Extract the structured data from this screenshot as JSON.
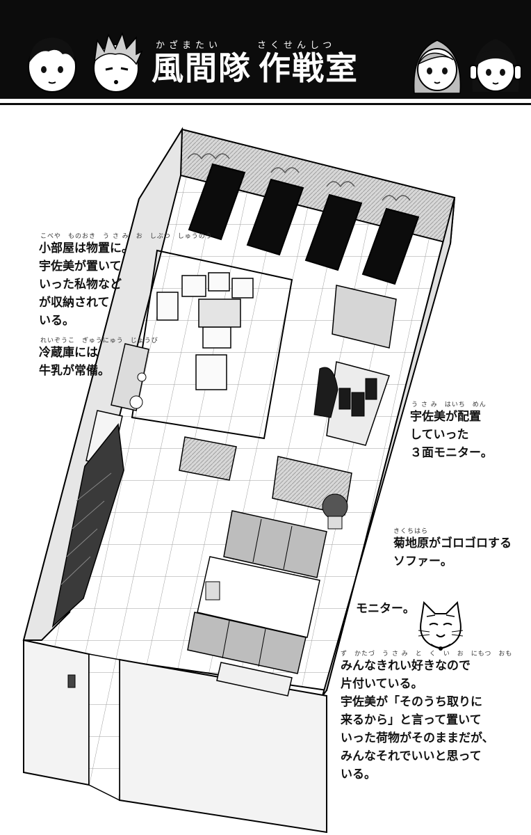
{
  "header": {
    "title_left": "風間隊",
    "title_right": "作戦室",
    "ruby_left": "かざまたい",
    "ruby_right": "さくせんしつ",
    "colors": {
      "band": "#0c0c0c",
      "text": "#ffffff"
    }
  },
  "characters": [
    {
      "id": "kazama",
      "icon": "chibi-face-dark-hair-icon"
    },
    {
      "id": "kikuchihara",
      "icon": "chibi-face-spiky-hair-icon"
    },
    {
      "id": "utagawa",
      "icon": "chibi-face-long-hair-icon"
    },
    {
      "id": "mikami",
      "icon": "chibi-face-headset-icon"
    }
  ],
  "notes": {
    "storage": {
      "ruby": "こべや　ものおき　う さ み　お　しぶつ　しゅうのう",
      "text": "小部屋は物置に。\n宇佐美が置いて\nいった私物など\nが収納されて\nいる。"
    },
    "fridge": {
      "ruby": "れいぞうこ　ぎゅうにゅう　じょうび",
      "text": "冷蔵庫には\n牛乳が常備。"
    },
    "monitors": {
      "ruby": "う さ み　はいち　めん",
      "text": "宇佐美が配置\nしていった\n３面モニター。"
    },
    "sofa": {
      "ruby": "きくちはら",
      "text": "菊地原がゴロゴロする\nソファー。"
    },
    "monitor": {
      "text": "モニター。"
    },
    "tidy": {
      "ruby": "ず　かたづ　う さ み　と　く　い　お　にもつ　おも",
      "text": "みんなきれい好きなので\n片付いている。\n宇佐美が「そのうち取りに\n来るから」と言って置いて\nいった荷物がそのままだが、\nみんなそれでいいと思って\nいる。"
    }
  },
  "mascot": {
    "icon": "cat-mascot-icon"
  }
}
